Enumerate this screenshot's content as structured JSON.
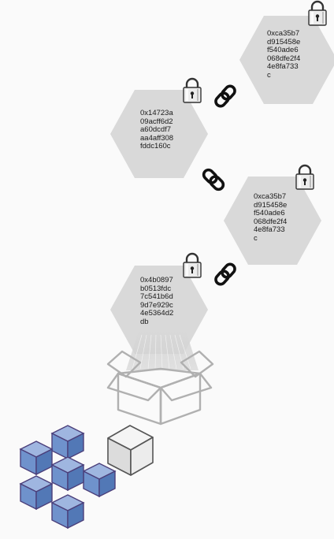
{
  "blocks": [
    {
      "hash": "0xca35b7\nd915458e\nf540ade6\n068dfe2f4\n4e8fa733\nc"
    },
    {
      "hash": "0x14723a\n09acff6d2\na60dcdf7\naa4aff308\nfddc160c"
    },
    {
      "hash": "0xca35b7\nd915458e\nf540ade6\n068dfe2f4\n4e8fa733\nc"
    },
    {
      "hash": "0x4b0897\nb0513fdc\n7c541b6d\n9d7e929c\n4e5364d2\ndb"
    }
  ],
  "colors": {
    "hexagon": "#d9d9d9",
    "chain": "#111111",
    "lock_body": "#e8e8e8",
    "cube_blue": "#6b8fc8",
    "cube_outline": "#4b3f7a",
    "single_cube": "#e6e6e6",
    "box_outline": "#b0b0b0"
  },
  "icons": [
    "padlock-icon",
    "chain-link-icon",
    "open-box-icon",
    "cube-cluster-icon",
    "single-cube-icon"
  ]
}
